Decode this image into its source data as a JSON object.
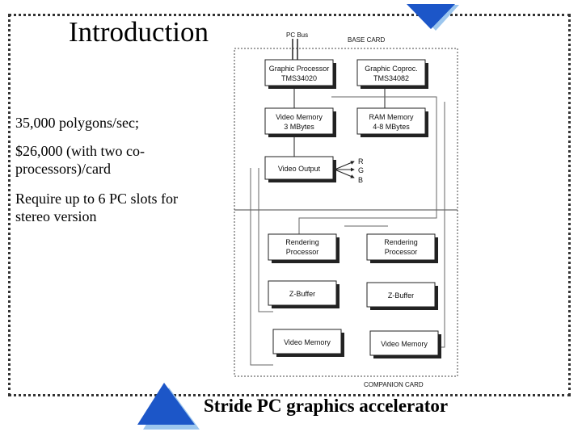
{
  "slide": {
    "title": "Introduction",
    "bullets": [
      "35,000 polygons/sec;",
      "$26,000 (with two co-processors)/card",
      "Require up to 6 PC slots for stereo version"
    ],
    "caption": "Stride PC graphics accelerator"
  },
  "diagram": {
    "bus_label": "PC Bus",
    "base_card_label": "BASE CARD",
    "companion_card_label": "COMPANION CARD",
    "base_boxes": [
      {
        "line1": "Graphic Processor",
        "line2": "TMS34020"
      },
      {
        "line1": "Graphic Coproc.",
        "line2": "TMS34082"
      },
      {
        "line1": "Video Memory",
        "line2": "3 MBytes"
      },
      {
        "line1": "RAM Memory",
        "line2": "4-8 MBytes"
      },
      {
        "line1": "Video Output",
        "line2": ""
      }
    ],
    "rgb": [
      "R",
      "G",
      "B"
    ],
    "companion_boxes": [
      {
        "line1": "Rendering",
        "line2": "Processor"
      },
      {
        "line1": "Rendering",
        "line2": "Processor"
      },
      {
        "line1": "Z-Buffer",
        "line2": ""
      },
      {
        "line1": "Z-Buffer",
        "line2": ""
      },
      {
        "line1": "Video Memory",
        "line2": ""
      },
      {
        "line1": "Video Memory",
        "line2": ""
      }
    ]
  },
  "colors": {
    "triangle_fill": "#1c56c8",
    "triangle_shadow": "#9cc6ee",
    "frame": "#333333"
  }
}
